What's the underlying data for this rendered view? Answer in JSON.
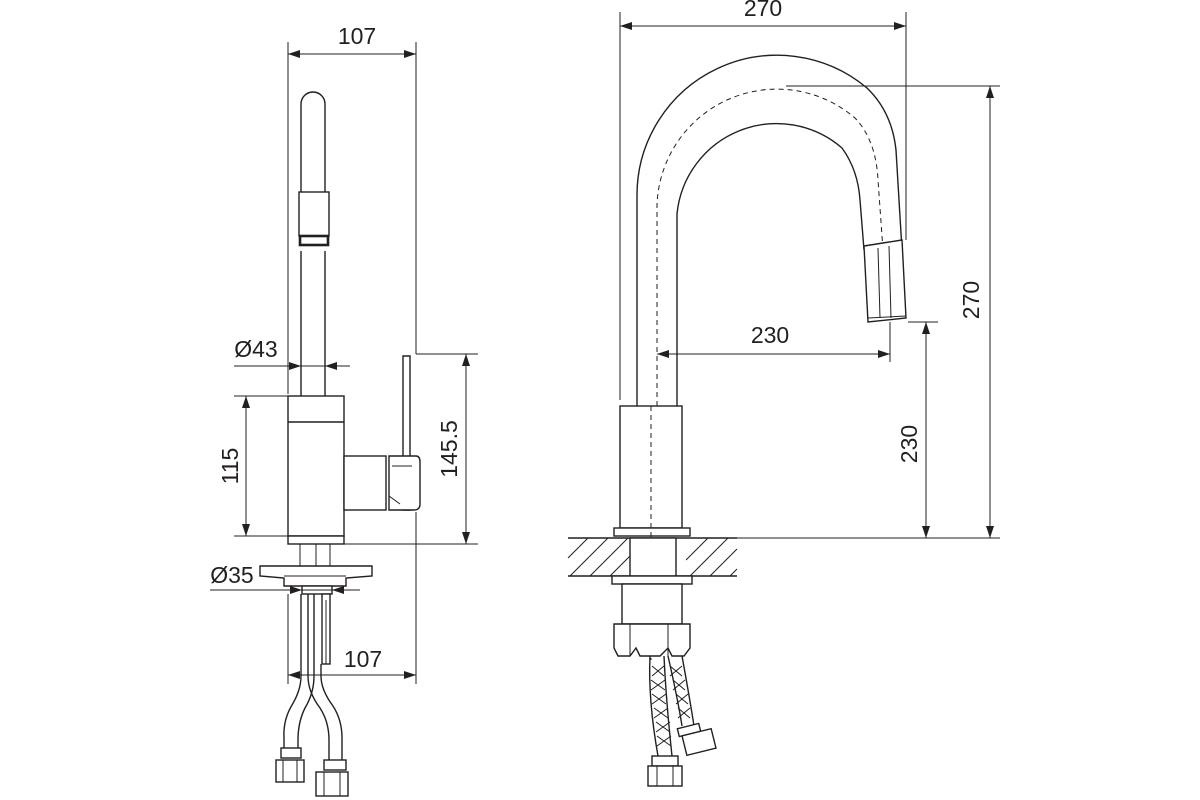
{
  "side_view": {
    "width_top": "107",
    "spout_diameter": "Ø43",
    "body_height": "115",
    "lever_height": "145.5",
    "base_diameter": "Ø35",
    "width_bottom": "107"
  },
  "front_view": {
    "reach_total": "270",
    "height_total": "270",
    "reach_outlet": "230",
    "height_outlet": "230"
  }
}
